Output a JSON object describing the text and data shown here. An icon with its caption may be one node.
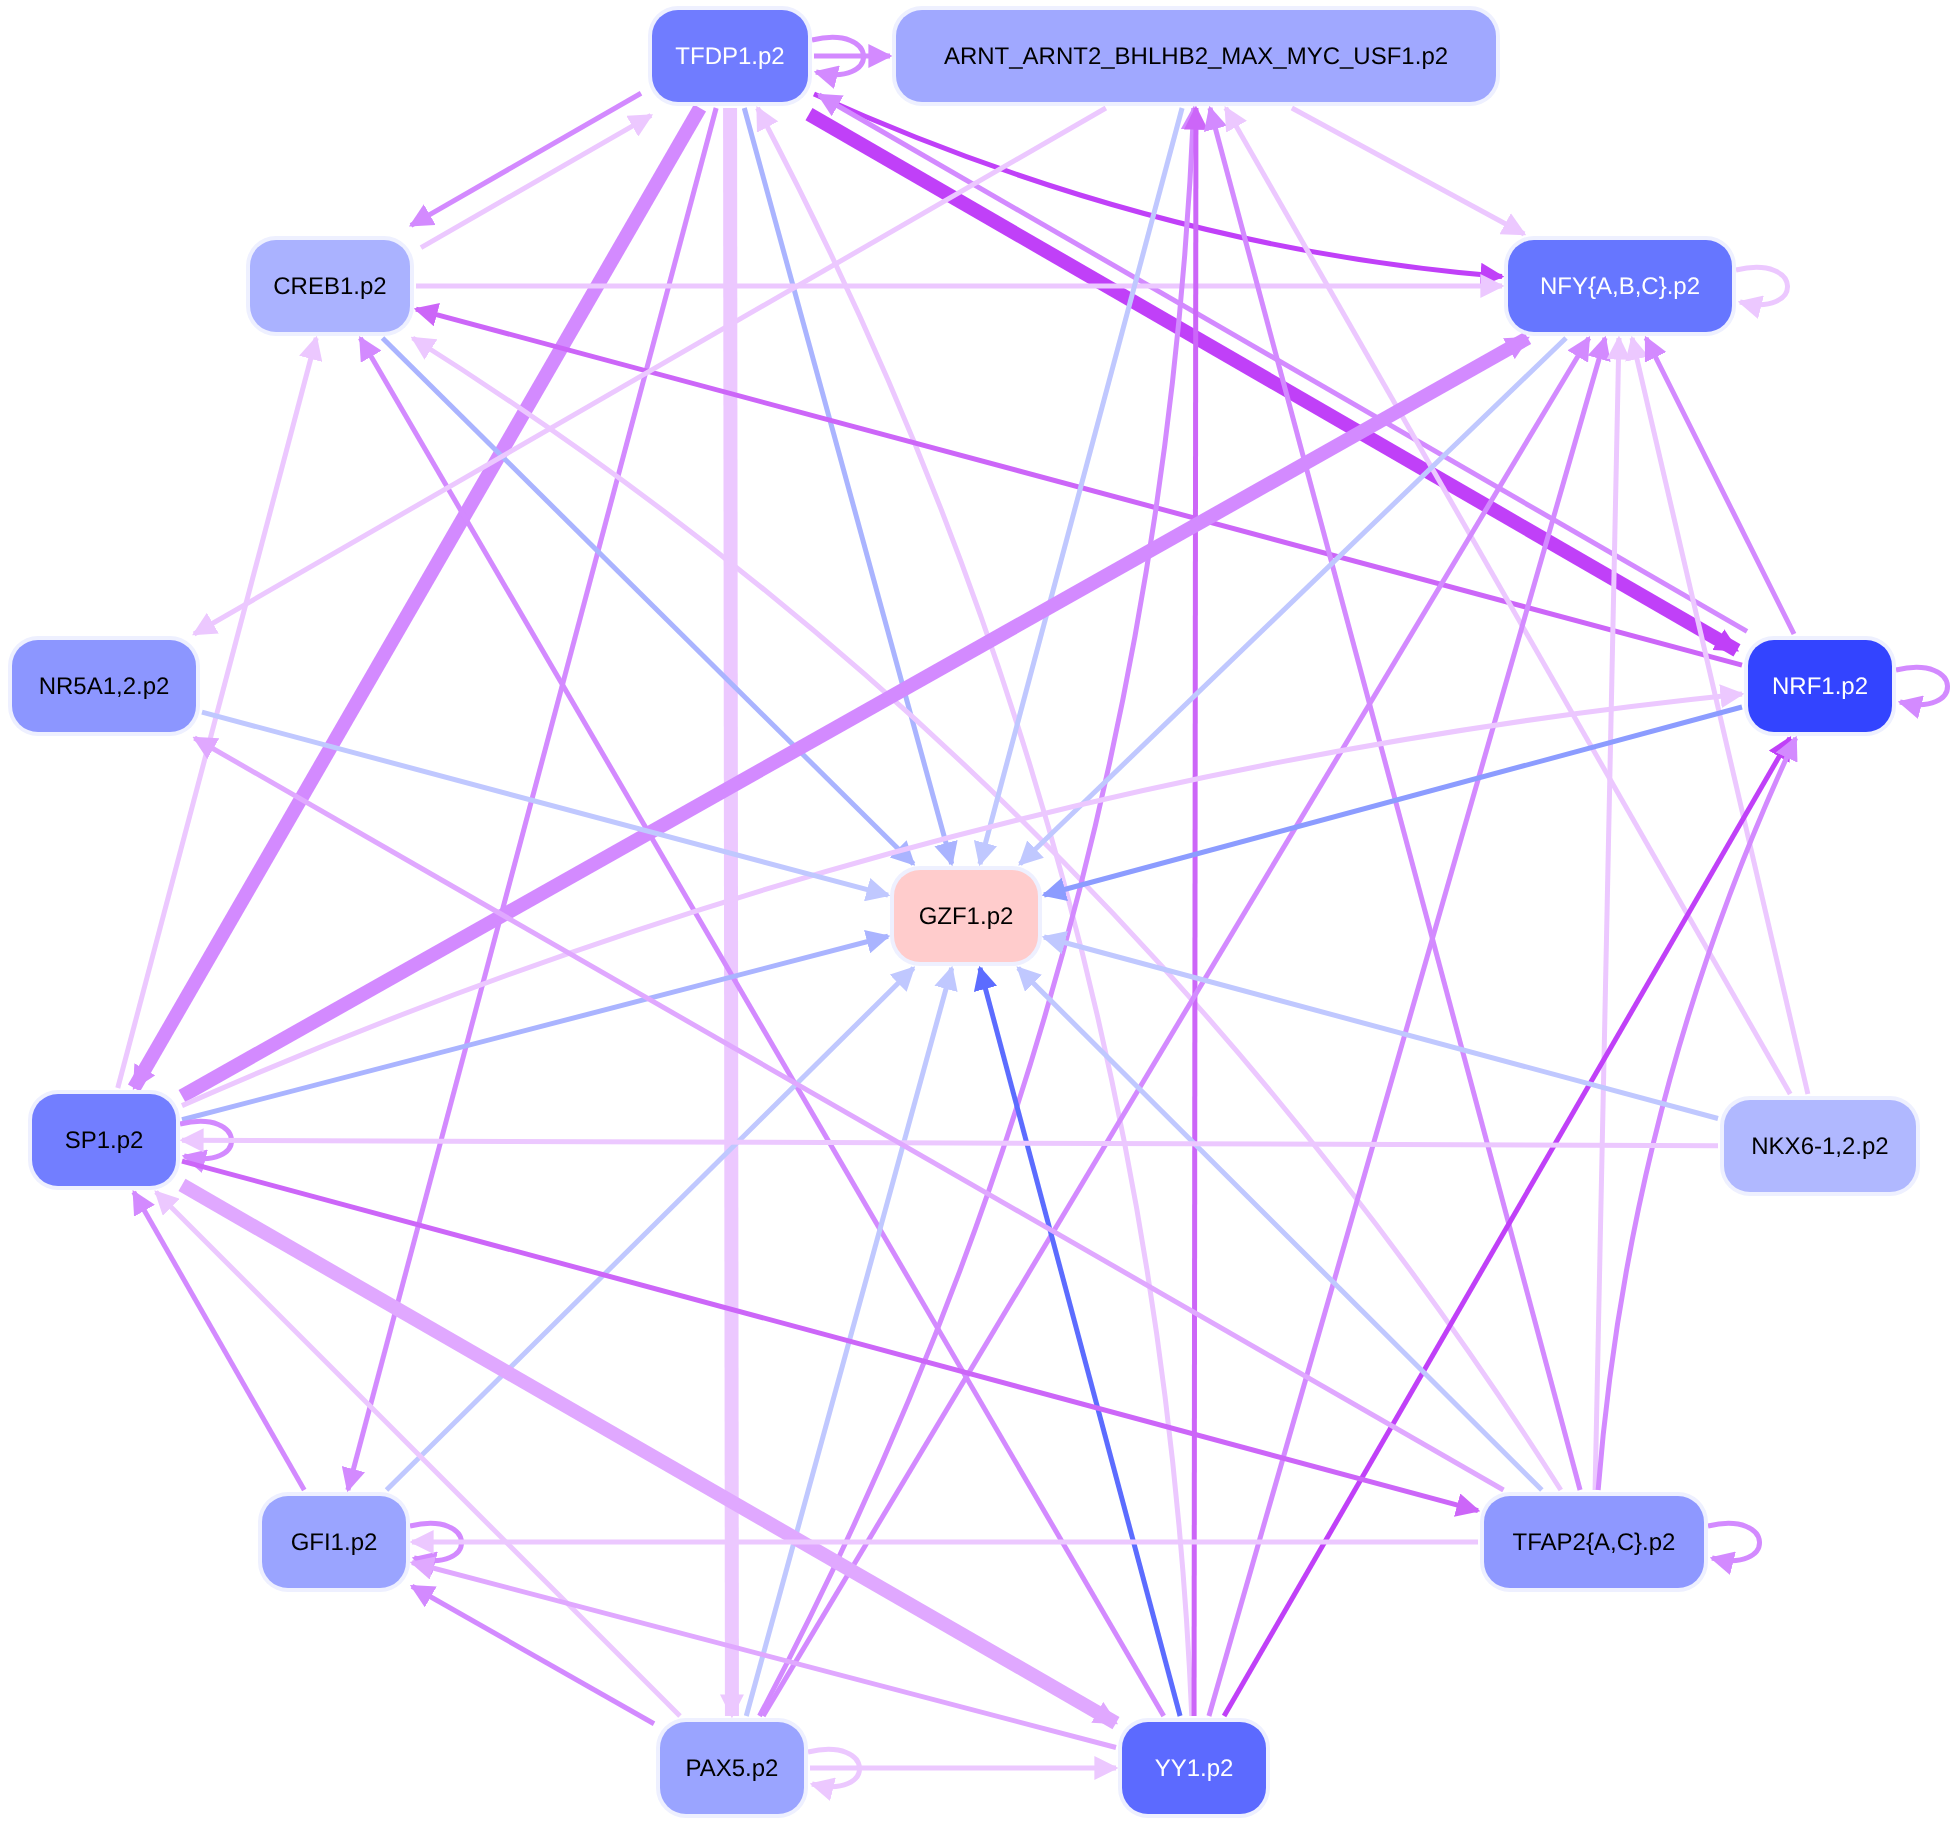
{
  "diagram": {
    "nodes": [
      {
        "text": [
          "TFDP1.p2"
        ]
      },
      {
        "text": [
          "ARNT_ARNT2_BHLHB2_MAX_MYC_USF1.p2"
        ]
      },
      {
        "text": [
          "CREB1.p2"
        ]
      },
      {
        "text": [
          "NFY{A,B,C}.p2"
        ]
      },
      {
        "text": [
          "NR5A1,2.p2"
        ]
      },
      {
        "text": [
          "NRF1.p2"
        ]
      },
      {
        "text": [
          "GZF1.p2"
        ]
      },
      {
        "text": [
          "SP1.p2"
        ]
      },
      {
        "text": [
          "NKX6-1,2.p2"
        ]
      },
      {
        "text": [
          "GFI1.p2"
        ]
      },
      {
        "text": [
          "TFAP2{A,C}.p2"
        ]
      },
      {
        "text": [
          "PAX5.p2"
        ]
      },
      {
        "text": [
          "YY1.p2"
        ]
      }
    ],
    "edges": [
      {
        "from": 0,
        "to": 0,
        "arrow": "to"
      },
      {
        "from": 0,
        "to": 1,
        "arrow": "to"
      },
      {
        "from": 0,
        "to": 2,
        "arrow": "to"
      },
      {
        "from": 2,
        "to": 0,
        "arrow": "to",
        "color": "#ecc8ff"
      },
      {
        "from": 0,
        "to": 3,
        "arrow": "to",
        "color": "#c040f8"
      },
      {
        "from": 0,
        "to": 5,
        "arrow": "to",
        "color": "#c040f8",
        "style": "thick"
      },
      {
        "from": 5,
        "to": 0,
        "arrow": "to"
      },
      {
        "from": 0,
        "to": 7,
        "arrow": "to",
        "style": "thick"
      },
      {
        "from": 0,
        "to": 9,
        "arrow": "to"
      },
      {
        "from": 0,
        "to": 11,
        "arrow": "to",
        "color": "#ecc8ff",
        "style": "thick"
      },
      {
        "from": 0,
        "to": 6,
        "arrow": "to",
        "color": "#aab4ff"
      },
      {
        "from": 12,
        "to": 0,
        "arrow": "to",
        "color": "#ecc8ff"
      },
      {
        "from": 2,
        "to": 3,
        "arrow": "to",
        "color": "#ecc8ff"
      },
      {
        "from": 5,
        "to": 2,
        "arrow": "to",
        "color": "#cc66f8"
      },
      {
        "from": 2,
        "to": 6,
        "arrow": "to",
        "color": "#aab4ff"
      },
      {
        "from": 7,
        "to": 2,
        "arrow": "to",
        "color": "#ecc8ff"
      },
      {
        "from": 12,
        "to": 2,
        "arrow": "to"
      },
      {
        "from": 10,
        "to": 2,
        "arrow": "to",
        "color": "#ecc8ff"
      },
      {
        "from": 1,
        "to": 4,
        "arrow": "to",
        "color": "#ecc8ff"
      },
      {
        "from": 1,
        "to": 3,
        "arrow": "to",
        "color": "#ecc8ff"
      },
      {
        "from": 1,
        "to": 6,
        "arrow": "to",
        "color": "#c0c8ff"
      },
      {
        "from": 11,
        "to": 1,
        "arrow": "to"
      },
      {
        "from": 12,
        "to": 1,
        "arrow": "to",
        "color": "#cc66f8"
      },
      {
        "from": 10,
        "to": 1,
        "arrow": "to"
      },
      {
        "from": 8,
        "to": 1,
        "arrow": "to",
        "color": "#ecc8ff"
      },
      {
        "from": 3,
        "to": 3,
        "arrow": "to",
        "color": "#ecc8ff"
      },
      {
        "from": 7,
        "to": 3,
        "arrow": "to",
        "style": "thick"
      },
      {
        "from": 3,
        "to": 6,
        "arrow": "to",
        "color": "#c0c8ff"
      },
      {
        "from": 12,
        "to": 3,
        "arrow": "to"
      },
      {
        "from": 10,
        "to": 3,
        "arrow": "to",
        "color": "#ecc8ff"
      },
      {
        "from": 8,
        "to": 3,
        "arrow": "to",
        "color": "#ecc8ff"
      },
      {
        "from": 5,
        "to": 3,
        "arrow": "to"
      },
      {
        "from": 11,
        "to": 3,
        "arrow": "to"
      },
      {
        "from": 5,
        "to": 5,
        "arrow": "to"
      },
      {
        "from": 5,
        "to": 6,
        "arrow": "to",
        "color": "#8c9cff"
      },
      {
        "from": 7,
        "to": 5,
        "arrow": "to",
        "color": "#ecc8ff"
      },
      {
        "from": 12,
        "to": 5,
        "arrow": "to",
        "color": "#c040f8"
      },
      {
        "from": 10,
        "to": 5,
        "arrow": "to"
      },
      {
        "from": 4,
        "to": 6,
        "arrow": "to",
        "color": "#c0c8ff"
      },
      {
        "from": 7,
        "to": 6,
        "arrow": "to",
        "color": "#aab4ff"
      },
      {
        "from": 8,
        "to": 6,
        "arrow": "to",
        "color": "#c0c8ff"
      },
      {
        "from": 10,
        "to": 6,
        "arrow": "to",
        "color": "#c0c8ff"
      },
      {
        "from": 12,
        "to": 6,
        "arrow": "to",
        "color": "#5c6cff"
      },
      {
        "from": 11,
        "to": 6,
        "arrow": "to",
        "color": "#c0c8ff"
      },
      {
        "from": 9,
        "to": 6,
        "arrow": "to",
        "color": "#c0c8ff"
      },
      {
        "from": 7,
        "to": 7,
        "arrow": "to"
      },
      {
        "from": 8,
        "to": 7,
        "arrow": "to",
        "color": "#ecc8ff"
      },
      {
        "from": 7,
        "to": 10,
        "arrow": "to",
        "color": "#cc66f8"
      },
      {
        "from": 9,
        "to": 7,
        "arrow": "to"
      },
      {
        "from": 11,
        "to": 7,
        "arrow": "to",
        "color": "#ecc8ff"
      },
      {
        "from": 7,
        "to": 12,
        "arrow": "to",
        "style": "thick",
        "color": "#e0a8ff"
      },
      {
        "from": 10,
        "to": 4,
        "arrow": "to",
        "color": "#e0a8ff"
      },
      {
        "from": 9,
        "to": 9,
        "arrow": "to"
      },
      {
        "from": 10,
        "to": 9,
        "arrow": "to",
        "color": "#ecc8ff"
      },
      {
        "from": 12,
        "to": 9,
        "arrow": "to",
        "color": "#e0a8ff"
      },
      {
        "from": 11,
        "to": 9,
        "arrow": "to"
      },
      {
        "from": 10,
        "to": 10,
        "arrow": "to"
      },
      {
        "from": 11,
        "to": 11,
        "arrow": "to",
        "color": "#ecc8ff"
      },
      {
        "from": 11,
        "to": 12,
        "arrow": "to",
        "color": "#ecc8ff"
      }
    ]
  }
}
